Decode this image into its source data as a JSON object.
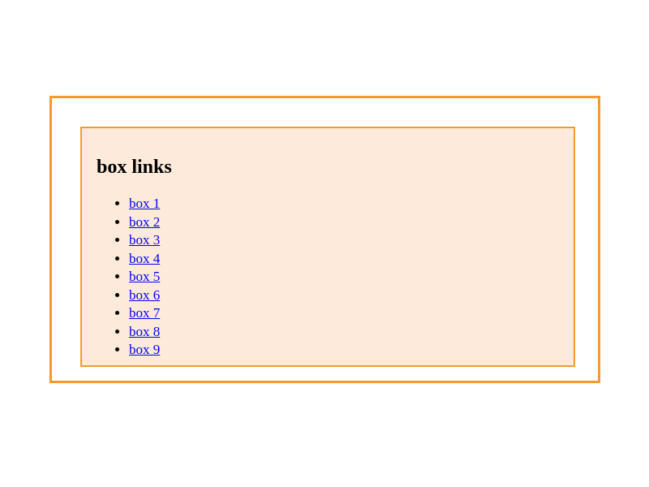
{
  "page": {
    "background_color": "#ffffff",
    "accent_color": "#f59b2c",
    "box_background_color": "#fdeada",
    "link_color": "#0000ee"
  },
  "outer_frame": {
    "border_color": "#f59b2c"
  },
  "box": {
    "heading": "box links",
    "border_color": "#f59b2c",
    "background_color": "#fdeada",
    "links": [
      {
        "label": "box 1"
      },
      {
        "label": "box 2"
      },
      {
        "label": "box 3"
      },
      {
        "label": "box 4"
      },
      {
        "label": "box 5"
      },
      {
        "label": "box 6"
      },
      {
        "label": "box 7"
      },
      {
        "label": "box 8"
      },
      {
        "label": "box 9"
      }
    ]
  }
}
